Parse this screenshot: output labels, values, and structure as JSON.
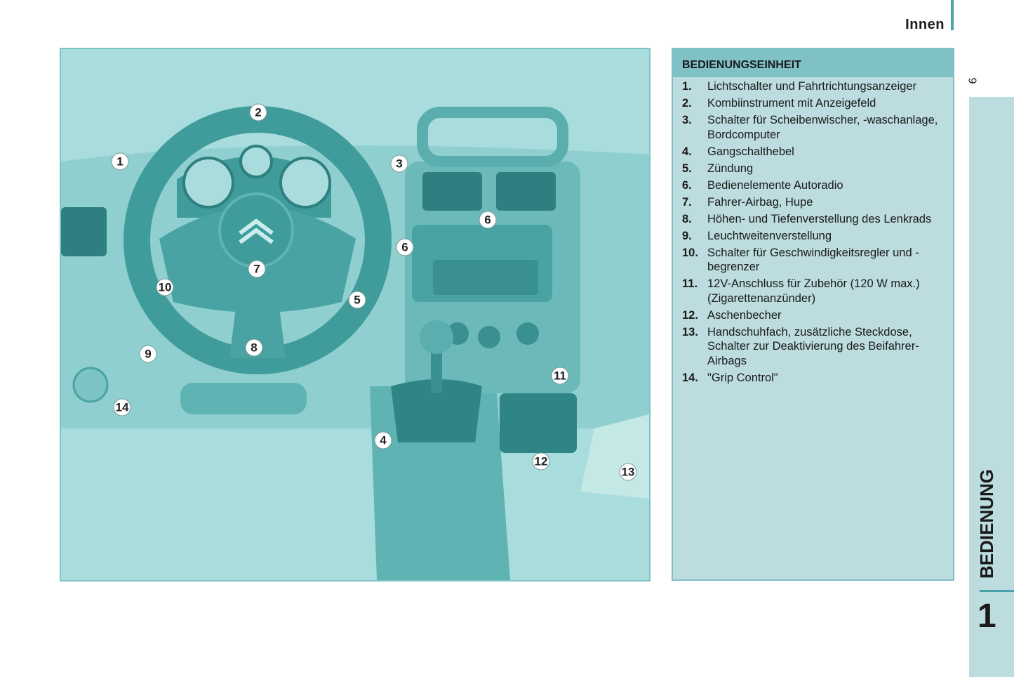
{
  "header": {
    "section_title": "Innen"
  },
  "page_number": "9",
  "figure": {
    "callouts": [
      "1",
      "2",
      "3",
      "4",
      "5",
      "6",
      "6",
      "7",
      "8",
      "9",
      "10",
      "11",
      "12",
      "13",
      "14"
    ]
  },
  "panel": {
    "title": "BEDIENUNGSEINHEIT",
    "items": [
      {
        "num": "1.",
        "text": "Lichtschalter und Fahrtrichtungsanzeiger"
      },
      {
        "num": "2.",
        "text": "Kombiinstrument mit Anzeigefeld"
      },
      {
        "num": "3.",
        "text": "Schalter für Scheibenwischer, -waschanlage, Bordcomputer"
      },
      {
        "num": "4.",
        "text": "Gangschalthebel"
      },
      {
        "num": "5.",
        "text": "Zündung"
      },
      {
        "num": "6.",
        "text": "Bedienelemente Autoradio"
      },
      {
        "num": "7.",
        "text": "Fahrer-Airbag, Hupe"
      },
      {
        "num": "8.",
        "text": "Höhen- und Tiefenverstellung des Lenkrads"
      },
      {
        "num": "9.",
        "text": "Leuchtweitenverstellung"
      },
      {
        "num": "10.",
        "text": "Schalter für Geschwindigkeitsregler und -begrenzer"
      },
      {
        "num": "11.",
        "text": "12V-Anschluss für Zubehör (120 W max.) (Zigarettenanzünder)"
      },
      {
        "num": "12.",
        "text": "Aschenbecher"
      },
      {
        "num": "13.",
        "text": "Handschuhfach, zusätzliche Steckdose, Schalter zur Deaktivierung des Beifahrer-Airbags"
      },
      {
        "num": "14.",
        "text": "\"Grip Control\""
      }
    ]
  },
  "chapter_tab": {
    "label": "BEDIENUNG",
    "number": "1"
  },
  "colors": {
    "accent": "#4aa3a8",
    "panel_header": "#7fc1c5",
    "panel_body": "#bcdcdf",
    "figure_bg": "#a9dcdc",
    "figure_dark": "#3f9c9a"
  }
}
